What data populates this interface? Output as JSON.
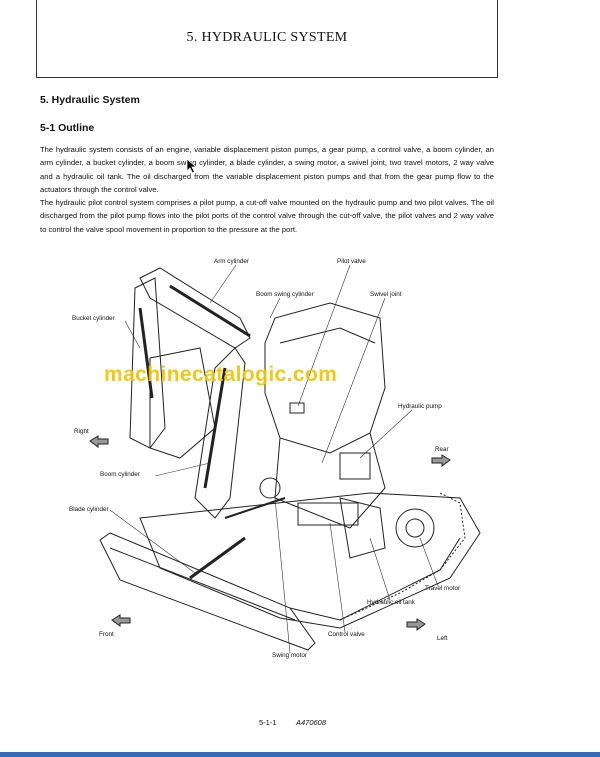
{
  "header": {
    "chapter_title": "5. HYDRAULIC SYSTEM"
  },
  "section": {
    "heading": "5. Hydraulic System"
  },
  "subsection": {
    "heading": "5-1 Outline"
  },
  "paragraphs": [
    "The hydraulic system consists of an engine, variable displacement piston pumps, a gear pump, a control valve, a boom cylinder, an arm cylinder, a bucket cylinder, a boom swing cylinder, a blade cylinder, a swing motor, a swivel joint, two travel motors, 2 way valve and a hydraulic oil tank. The oil discharged from the variable displacement piston pumps and that from the gear pump flow to the actuators through the control valve.",
    "The hydraulic pilot control system comprises a pilot pump, a cut-off valve mounted on the hydraulic pump and two pilot valves. The oil discharged from the pilot pump flows into the pilot ports of the control valve through the cut-off valve, the pilot valves and 2 way valve to control the valve spool movement in proportion to the pressure at the port."
  ],
  "figure": {
    "labels": {
      "arm_cylinder": "Arm cylinder",
      "pilot_valve": "Pilot valve",
      "bucket_cylinder": "Bucket cylinder",
      "boom_swing_cylinder": "Boom swing cylinder",
      "swivel_joint": "Swivel joint",
      "hydraulic_pump": "Hydraulic pump",
      "right": "Right",
      "rear": "Rear",
      "boom_cylinder": "Boom cylinder",
      "blade_cylinder": "Blade cylinder",
      "travel_motor": "Travel motor",
      "hydraulic_oil_tank": "Hydraulic oil tank",
      "front": "Front",
      "control_valve": "Control valve",
      "left": "Left",
      "swing_motor": "Swing motor"
    }
  },
  "watermark": "machinecatalogic.com",
  "footer": {
    "page_number": "5-1-1",
    "doc_code": "A470608"
  },
  "colors": {
    "watermark": "#f2c400",
    "bottom_bar": "#2f6db8"
  }
}
